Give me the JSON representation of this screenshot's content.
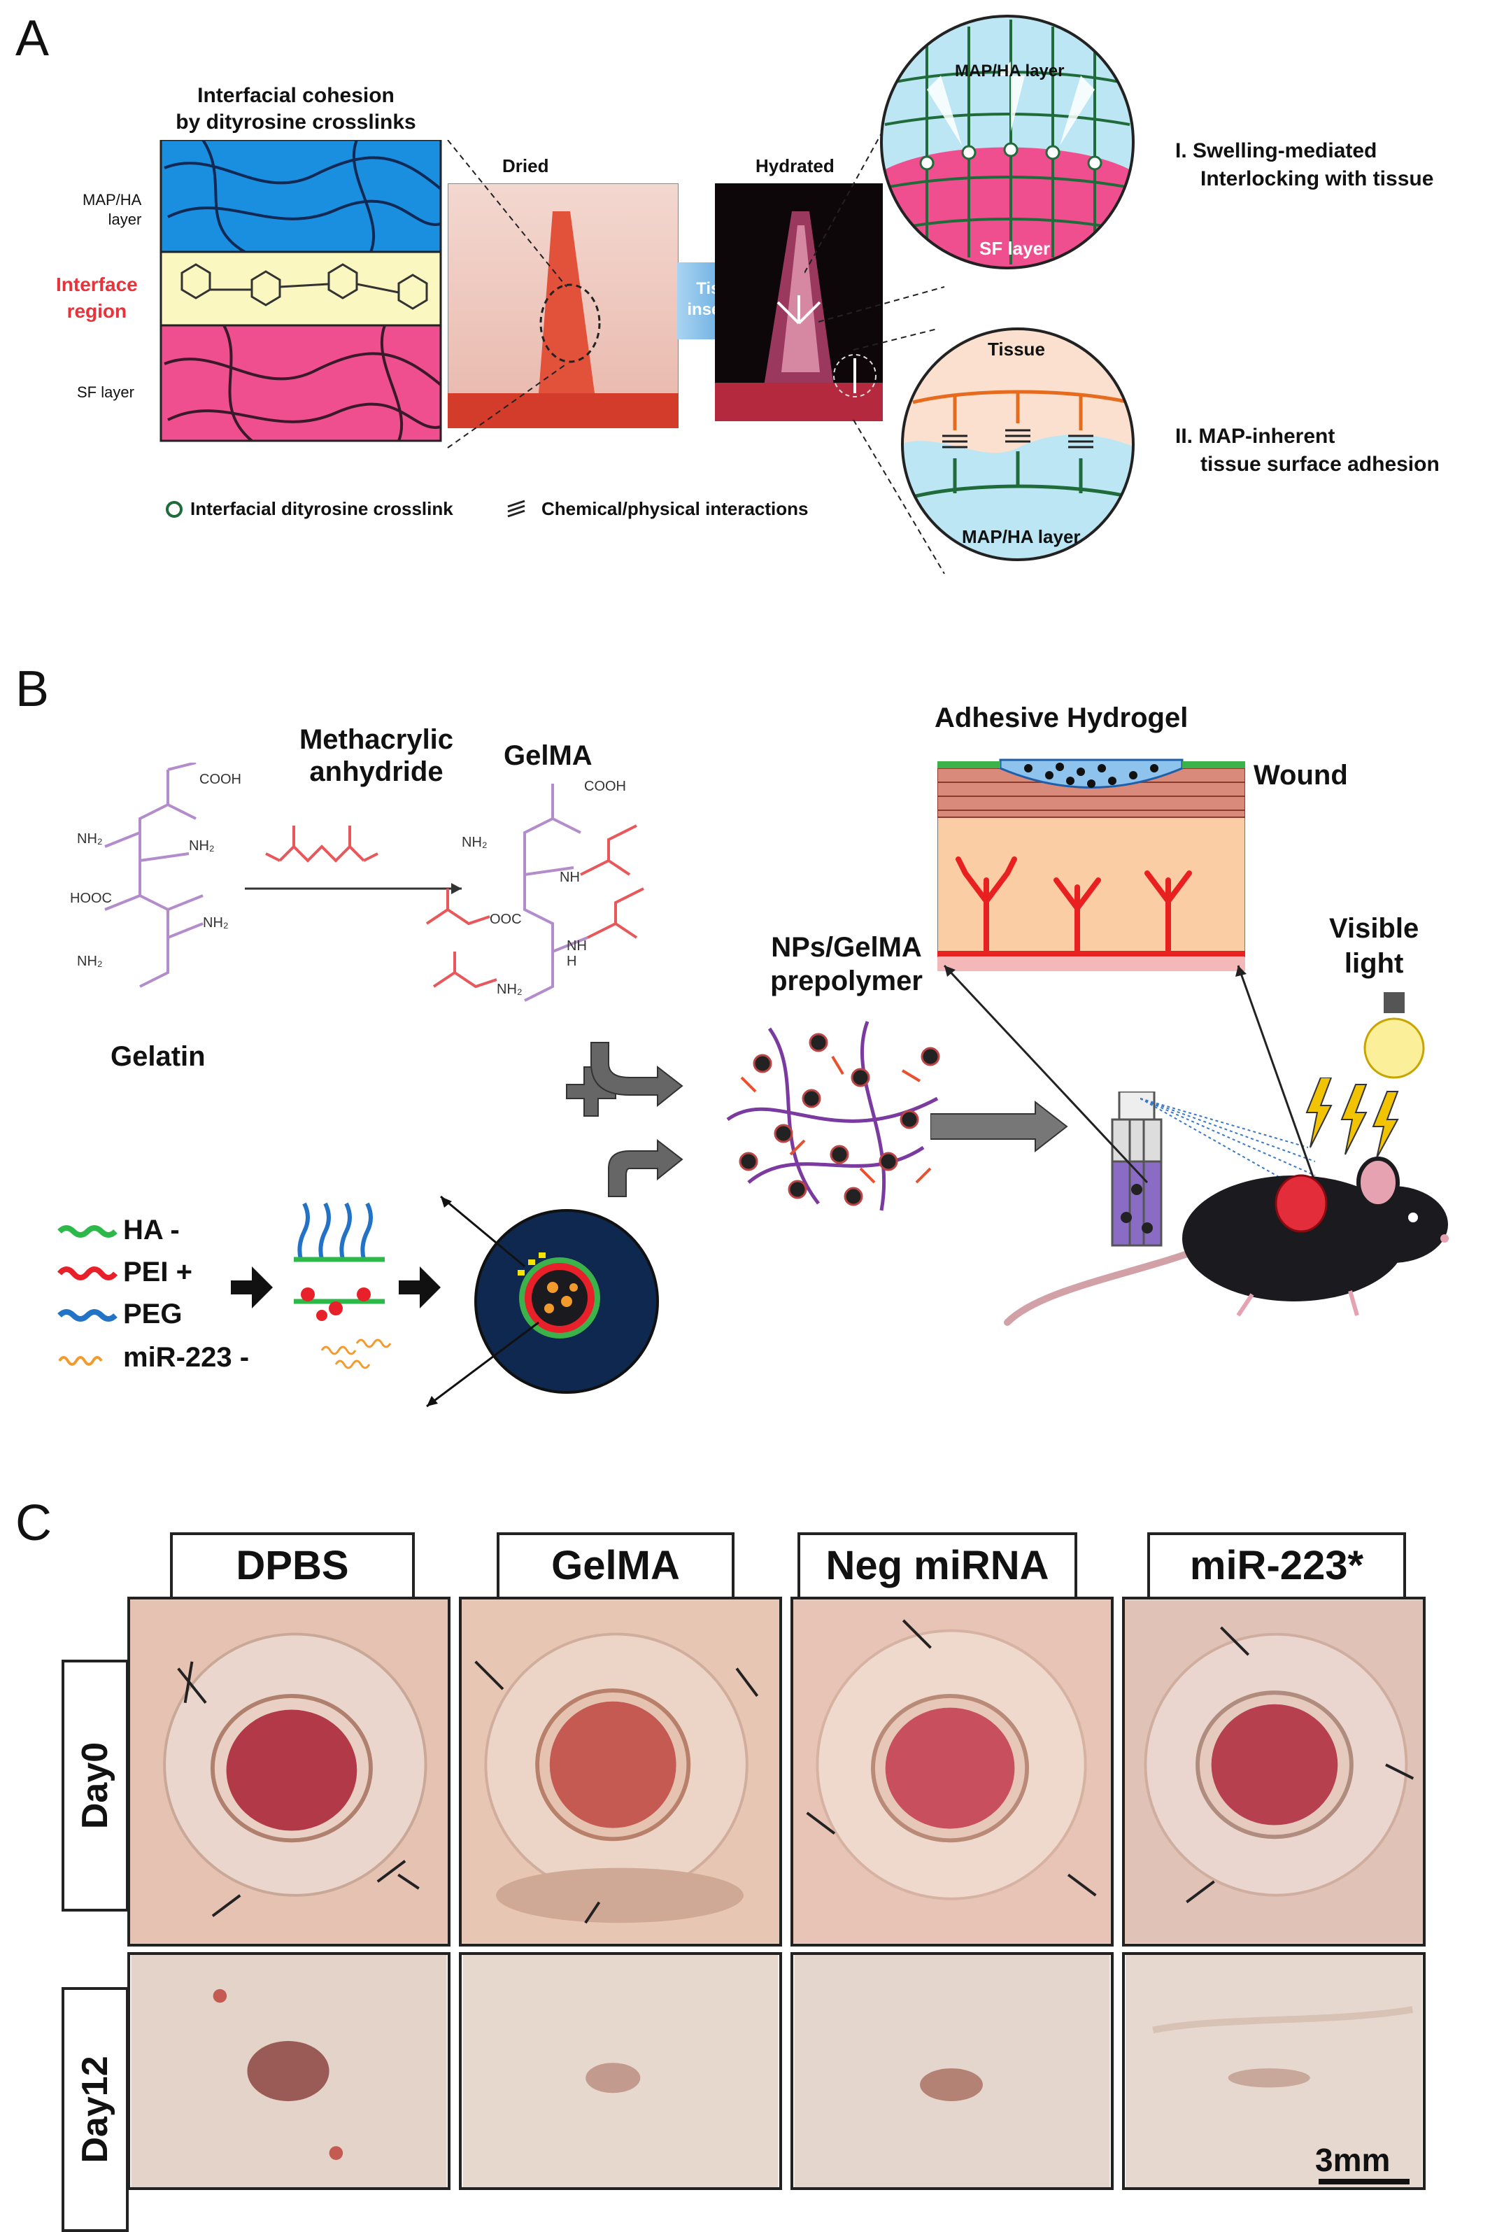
{
  "panels": {
    "a": "A",
    "b": "B",
    "c": "C"
  },
  "panelA": {
    "cohesion_title_1": "Interfacial cohesion",
    "cohesion_title_2": "by dityrosine crosslinks",
    "layer_map_ha_1": "MAP/HA",
    "layer_map_ha_2": "layer",
    "interface_1": "Interface",
    "interface_2": "region",
    "sf_layer": "SF layer",
    "dried": "Dried",
    "hydrated": "Hydrated",
    "arrow_text_1": "Tissue",
    "arrow_text_2": "insertion",
    "circle1_top": "MAP/HA layer",
    "circle1_bottom": "SF layer",
    "mech1_1": "I. Swelling-mediated",
    "mech1_2": "Interlocking with tissue",
    "circle2_top": "Tissue",
    "circle2_bottom": "MAP/HA layer",
    "mech2_1": "II. MAP-inherent",
    "mech2_2": "tissue surface adhesion",
    "legend_crosslink": "Interfacial dityrosine crosslink",
    "legend_interactions": "Chemical/physical interactions",
    "colors": {
      "map_ha": "#1a8fe0",
      "interface": "#fbf7c0",
      "sf": "#ef4f8f",
      "interface_text": "#e8333a"
    }
  },
  "panelB": {
    "methacrylic_1": "Methacrylic",
    "methacrylic_2": "anhydride",
    "gelma": "GelMA",
    "gelatin": "Gelatin",
    "adhesive_hydrogel": "Adhesive Hydrogel",
    "wound": "Wound",
    "visible_1": "Visible",
    "visible_2": "light",
    "nps_1": "NPs/GelMA",
    "nps_2": "prepolymer",
    "legend": [
      {
        "name": "HA",
        "sign": "-",
        "color": "#2db84a"
      },
      {
        "name": "PEI",
        "sign": "+",
        "color": "#e8202a"
      },
      {
        "name": "PEG",
        "sign": "",
        "color": "#2272c6"
      },
      {
        "name": "miR-223",
        "sign": "-",
        "color": "#f39a2c"
      }
    ],
    "chem": {
      "cooh": "COOH",
      "nh2": "NH₂",
      "hooc": "HOOC",
      "ooc": "OOC",
      "nh": "NH",
      "h": "H"
    }
  },
  "panelC": {
    "columns": [
      "DPBS",
      "GelMA",
      "Neg miRNA",
      "miR-223*"
    ],
    "rows": [
      "Day0",
      "Day12"
    ],
    "scale_bar": "3mm"
  }
}
